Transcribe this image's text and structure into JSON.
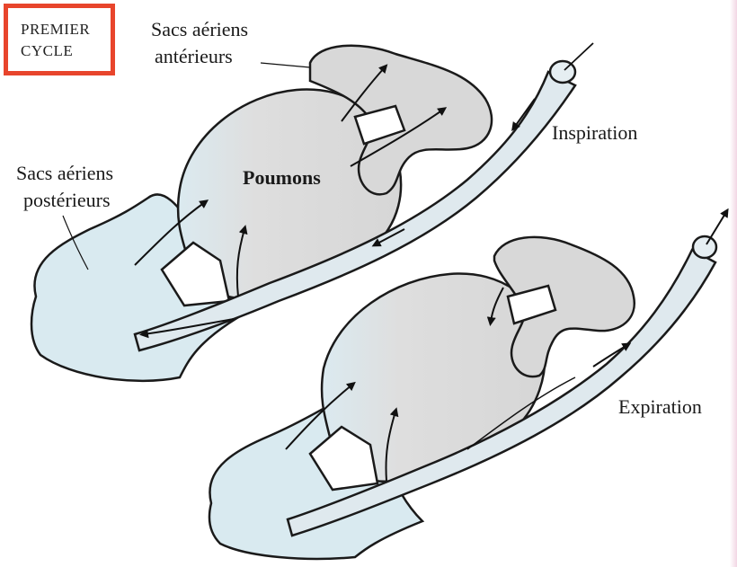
{
  "badge": {
    "line1": "Premier",
    "line2": "cycle",
    "color": "#e8452c"
  },
  "labels": {
    "anterior_sacs_1": "Sacs aériens",
    "anterior_sacs_2": "antérieurs",
    "posterior_sacs_1": "Sacs aériens",
    "posterior_sacs_2": "postérieurs",
    "lungs": "Poumons",
    "inspiration": "Inspiration",
    "expiration": "Expiration"
  },
  "colors": {
    "posterior_fill": "#d9eaf0",
    "lung_fill": "#dcdcdc",
    "anterior_fill": "#d8d8d8",
    "outline": "#1a1a1a"
  }
}
